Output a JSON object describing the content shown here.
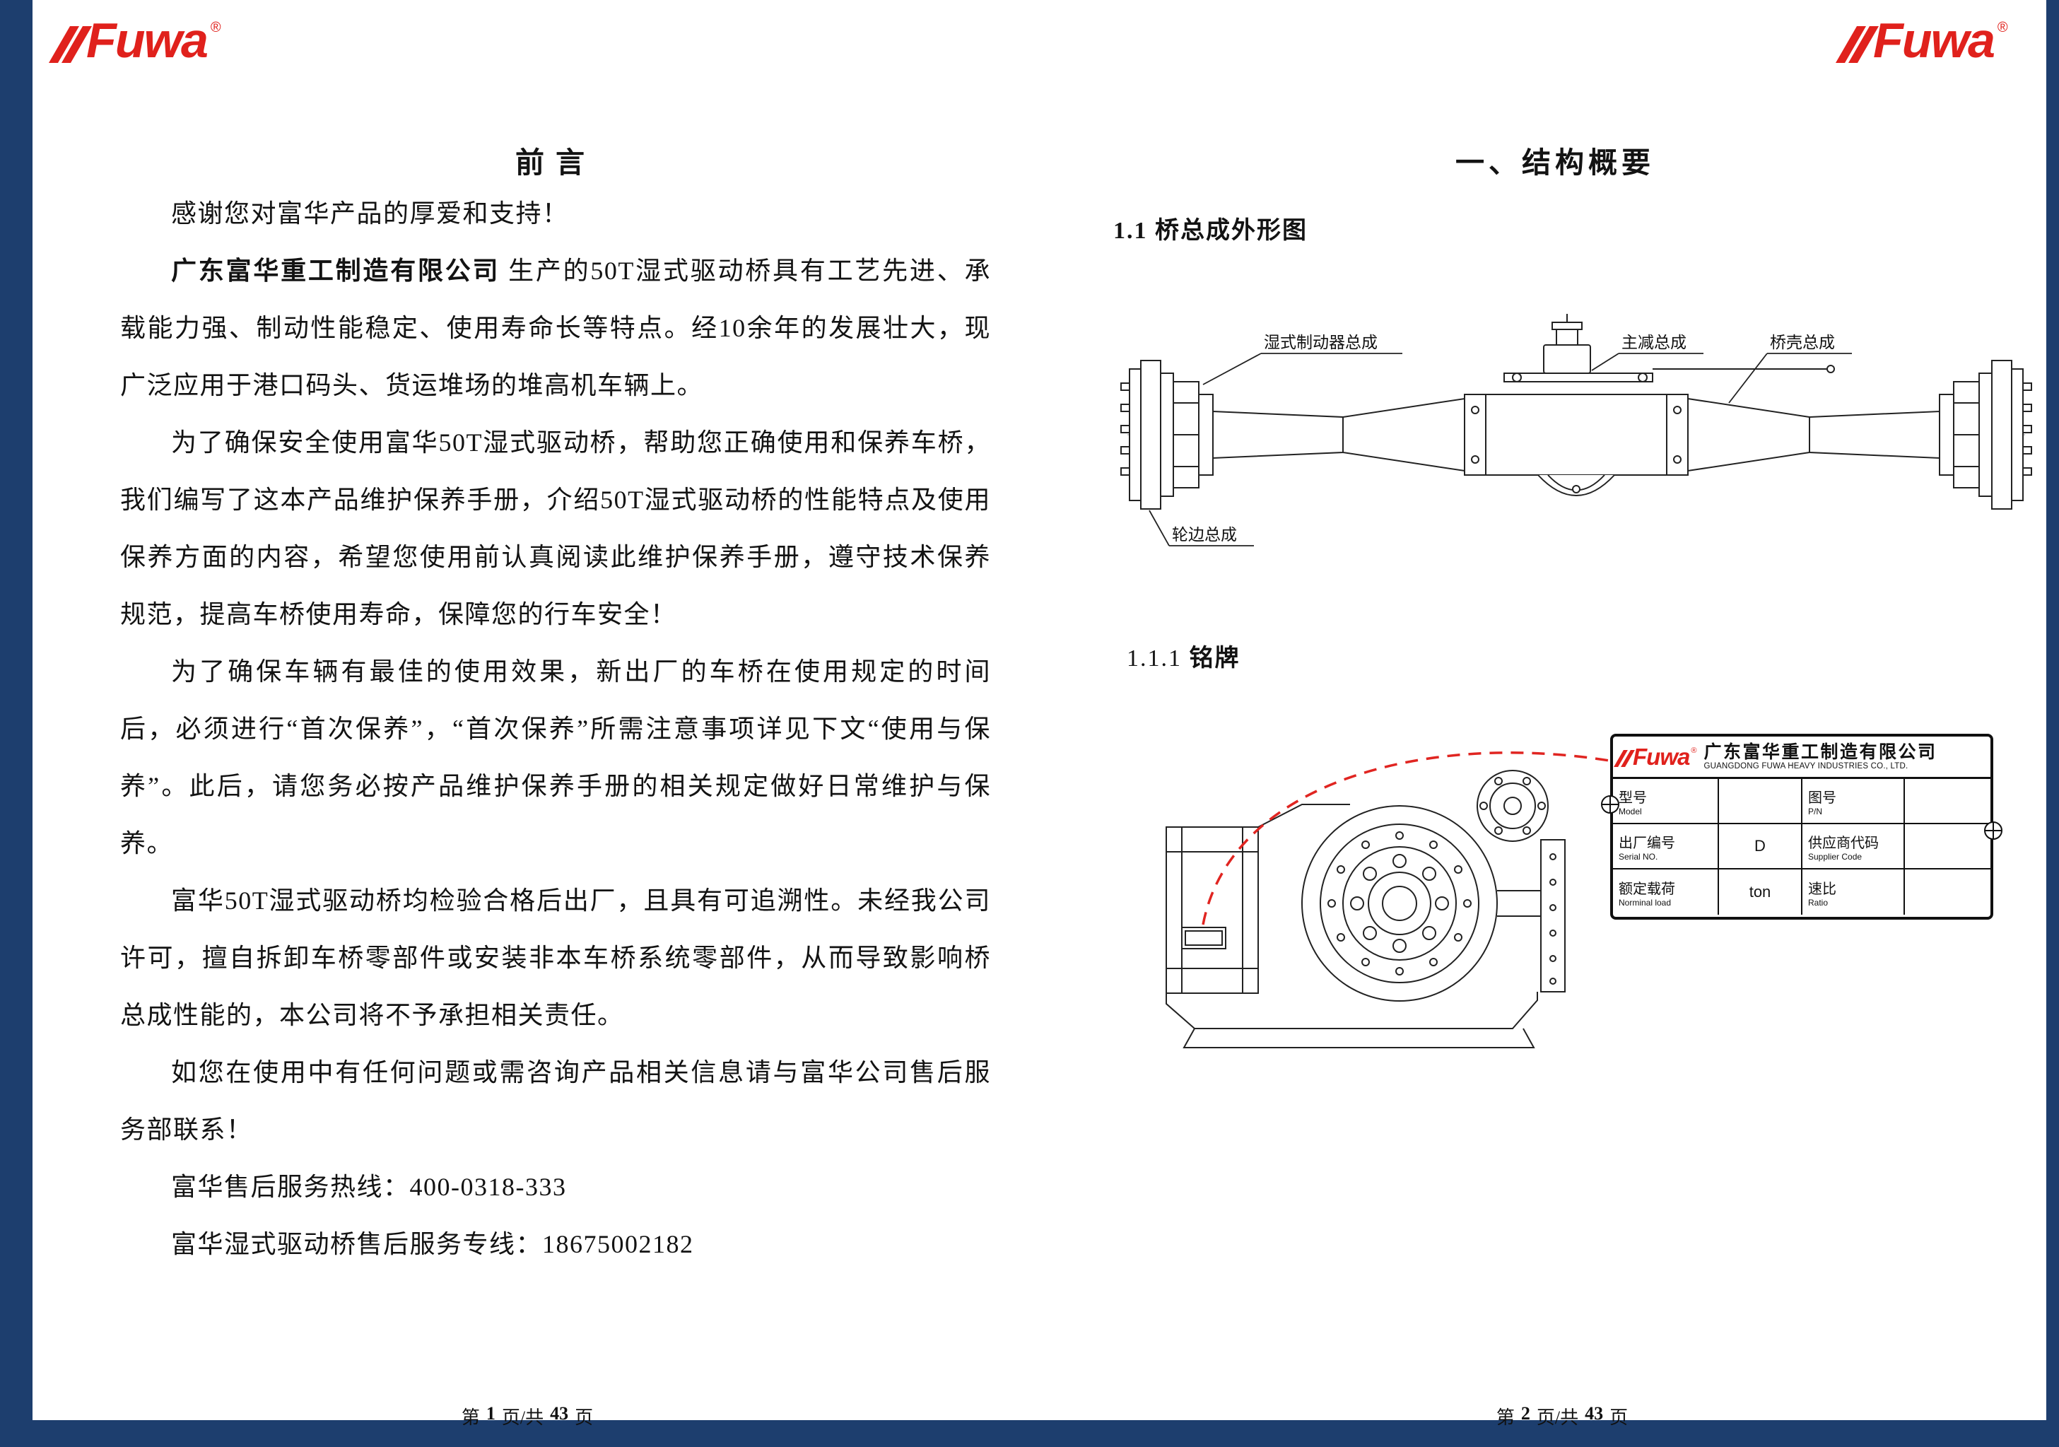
{
  "colors": {
    "border_blue": "#1d3e6e",
    "logo_red": "#e0211c",
    "callout_red": "#e02521"
  },
  "logo": {
    "text": "Fuwa",
    "reg": "®"
  },
  "left_page": {
    "title": "前言",
    "para1": "感谢您对富华产品的厚爱和支持！",
    "para2_bold": "广东富华重工制造有限公司",
    "para2_rest": " 生产的50T湿式驱动桥具有工艺先进、承载能力强、制动性能稳定、使用寿命长等特点。经10余年的发展壮大，现广泛应用于港口码头、货运堆场的堆高机车辆上。",
    "para3": "为了确保安全使用富华50T湿式驱动桥，帮助您正确使用和保养车桥，我们编写了这本产品维护保养手册，介绍50T湿式驱动桥的性能特点及使用保养方面的内容，希望您使用前认真阅读此维护保养手册，遵守技术保养规范，提高车桥使用寿命，保障您的行车安全！",
    "para4": "为了确保车辆有最佳的使用效果，新出厂的车桥在使用规定的时间后，必须进行“首次保养”，“首次保养”所需注意事项详见下文“使用与保养”。此后，请您务必按产品维护保养手册的相关规定做好日常维护与保养。",
    "para5": "富华50T湿式驱动桥均检验合格后出厂，且具有可追溯性。未经我公司许可，擅自拆卸车桥零部件或安装非本车桥系统零部件，从而导致影响桥总成性能的，本公司将不予承担相关责任。",
    "para6": "如您在使用中有任何问题或需咨询产品相关信息请与富华公司售后服务部联系！",
    "para7": "富华售后服务热线：400-0318-333",
    "para8": "富华湿式驱动桥售后服务专线：18675002182",
    "footer": {
      "pre": "第",
      "page": "1",
      "mid": "页/共",
      "total": "43",
      "post": "页"
    }
  },
  "right_page": {
    "title": "一、结构概要",
    "sec11_num": "1.1",
    "sec11_title": "桥总成外形图",
    "sec111_num": "1.1.1",
    "sec111_title": "铭牌",
    "axle_labels": {
      "brake": "湿式制动器总成",
      "reducer": "主减总成",
      "housing": "桥壳总成",
      "wheel": "轮边总成"
    },
    "nameplate": {
      "company_cn": "广东富华重工制造有限公司",
      "company_en": "GUANGDONG FUWA HEAVY INDUSTRIES CO., LTD.",
      "rows": [
        {
          "c1_cn": "型号",
          "c1_en": "Model",
          "v1": "",
          "c2_cn": "图号",
          "c2_en": "P/N",
          "v2": ""
        },
        {
          "c1_cn": "出厂编号",
          "c1_en": "Serial NO.",
          "v1": "D",
          "c2_cn": "供应商代码",
          "c2_en": "Supplier Code",
          "v2": ""
        },
        {
          "c1_cn": "额定载荷",
          "c1_en": "Norminal load",
          "v1": "ton",
          "c2_cn": "速比",
          "c2_en": "Ratio",
          "v2": ""
        }
      ]
    },
    "footer": {
      "pre": "第",
      "page": "2",
      "mid": "页/共",
      "total": "43",
      "post": "页"
    }
  }
}
